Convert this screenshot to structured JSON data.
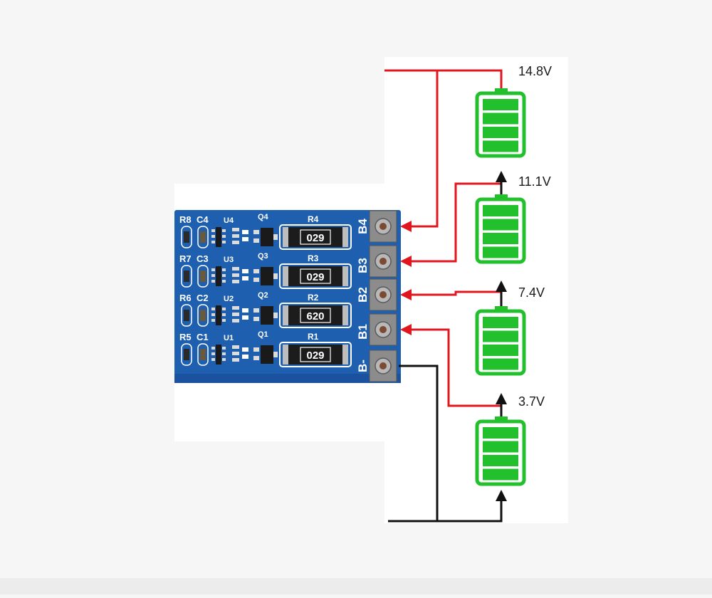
{
  "colors": {
    "page_bg": "#f6f6f6",
    "panel_bg": "#ffffff",
    "pcb_blue": "#1f5fb0",
    "pcb_text": "#ffffff",
    "wire_positive": "#e0171f",
    "wire_negative": "#111111",
    "battery_green": "#22c02d",
    "resistor_body": "#1c1c1c"
  },
  "pcb": {
    "rows": [
      {
        "r_label": "R8",
        "c_label": "C4",
        "u_label": "U4",
        "q_label": "Q4",
        "res_label": "R4",
        "res_code": "029",
        "terminal": "B4"
      },
      {
        "r_label": "R7",
        "c_label": "C3",
        "u_label": "U3",
        "q_label": "Q3",
        "res_label": "R3",
        "res_code": "029",
        "terminal": "B3"
      },
      {
        "r_label": "R6",
        "c_label": "C2",
        "u_label": "U2",
        "q_label": "Q2",
        "res_label": "R2",
        "res_code": "620",
        "terminal": "B2"
      },
      {
        "r_label": "R5",
        "c_label": "C1",
        "u_label": "U1",
        "q_label": "Q1",
        "res_label": "R1",
        "res_code": "029",
        "terminal": "B1"
      }
    ],
    "negative_terminal": "B-"
  },
  "batteries": [
    {
      "voltage_label": "14.8V"
    },
    {
      "voltage_label": "11.1V"
    },
    {
      "voltage_label": "7.4V"
    },
    {
      "voltage_label": "3.7V"
    }
  ],
  "icons": {
    "battery": "battery-icon",
    "arrow": "arrow-head-icon",
    "terminal": "screw-terminal-icon"
  }
}
